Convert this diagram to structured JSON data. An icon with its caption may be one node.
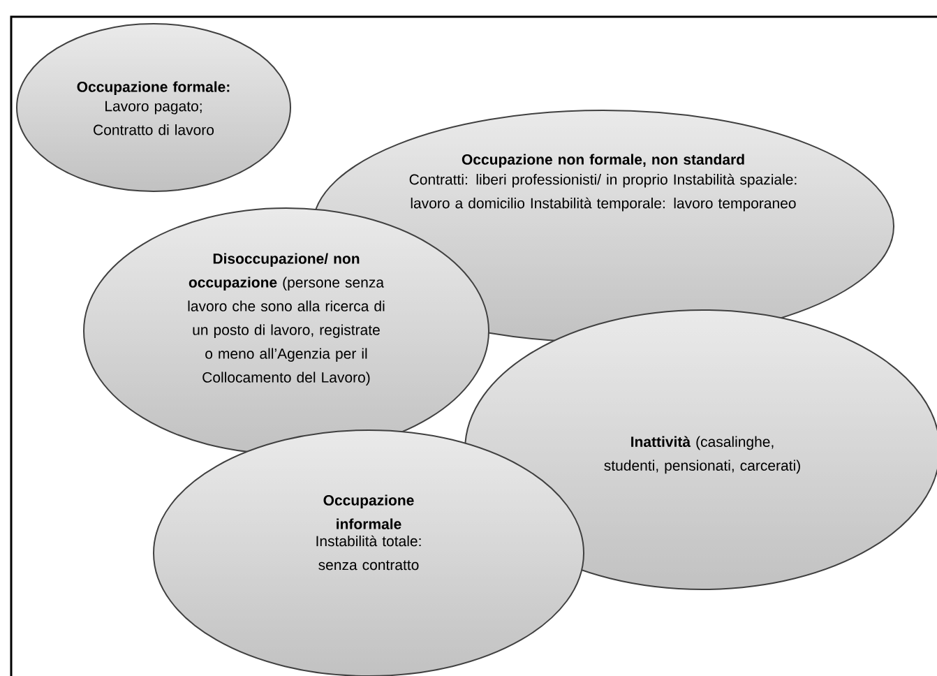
{
  "diagram": {
    "nodes": [
      {
        "text": [
          "Occupazione formale:",
          "Lavoro pagato; Contratto di lavoro"
        ]
      },
      {
        "text": [
          "Occupazione non formale, non standard",
          "Contratti: liberi professionisti/ in proprio Instabilità spaziale: lavoro a domicilio Instabilità temporale: lavoro temporaneo"
        ]
      },
      {
        "text": [
          "**Disoccupazione/ non occupazione** (persone senza lavoro che sono alla ricerca di un posto di lavoro, registrate o meno all’Agenzia per il Collocamento del Lavoro)"
        ]
      },
      {
        "text": [
          "**Inattività** (casalinghe, studenti, pensionati, carcerati)"
        ]
      },
      {
        "text": [
          "Occupazione informale",
          "Instabilità totale: senza contratto"
        ]
      }
    ]
  }
}
